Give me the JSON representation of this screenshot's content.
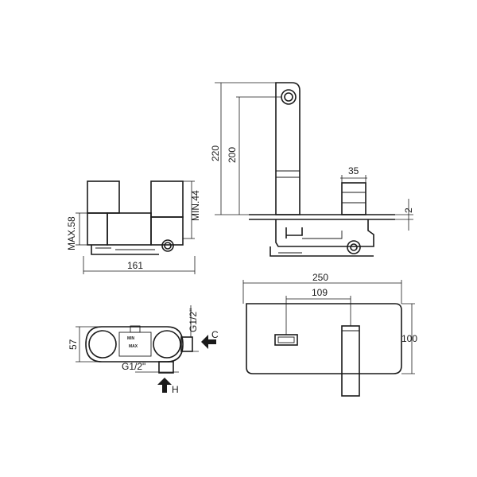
{
  "dimensions": {
    "front_height_max": "MAX.58",
    "front_height_min": "MIN.44",
    "front_width": "161",
    "side_height_220": "220",
    "side_height_200": "200",
    "side_handle_width": "35",
    "side_plate_thickness": "2",
    "top_depth": "57",
    "top_thread_side": "G1/2\"",
    "top_thread_bottom": "G1/2\"",
    "plate_width": "250",
    "plate_spout_offset": "109",
    "plate_height": "100"
  },
  "arrows": {
    "cold_label": "C",
    "hot_label": "H"
  },
  "body_marks": {
    "min_mark": "MIN",
    "max_mark": "MAX"
  }
}
